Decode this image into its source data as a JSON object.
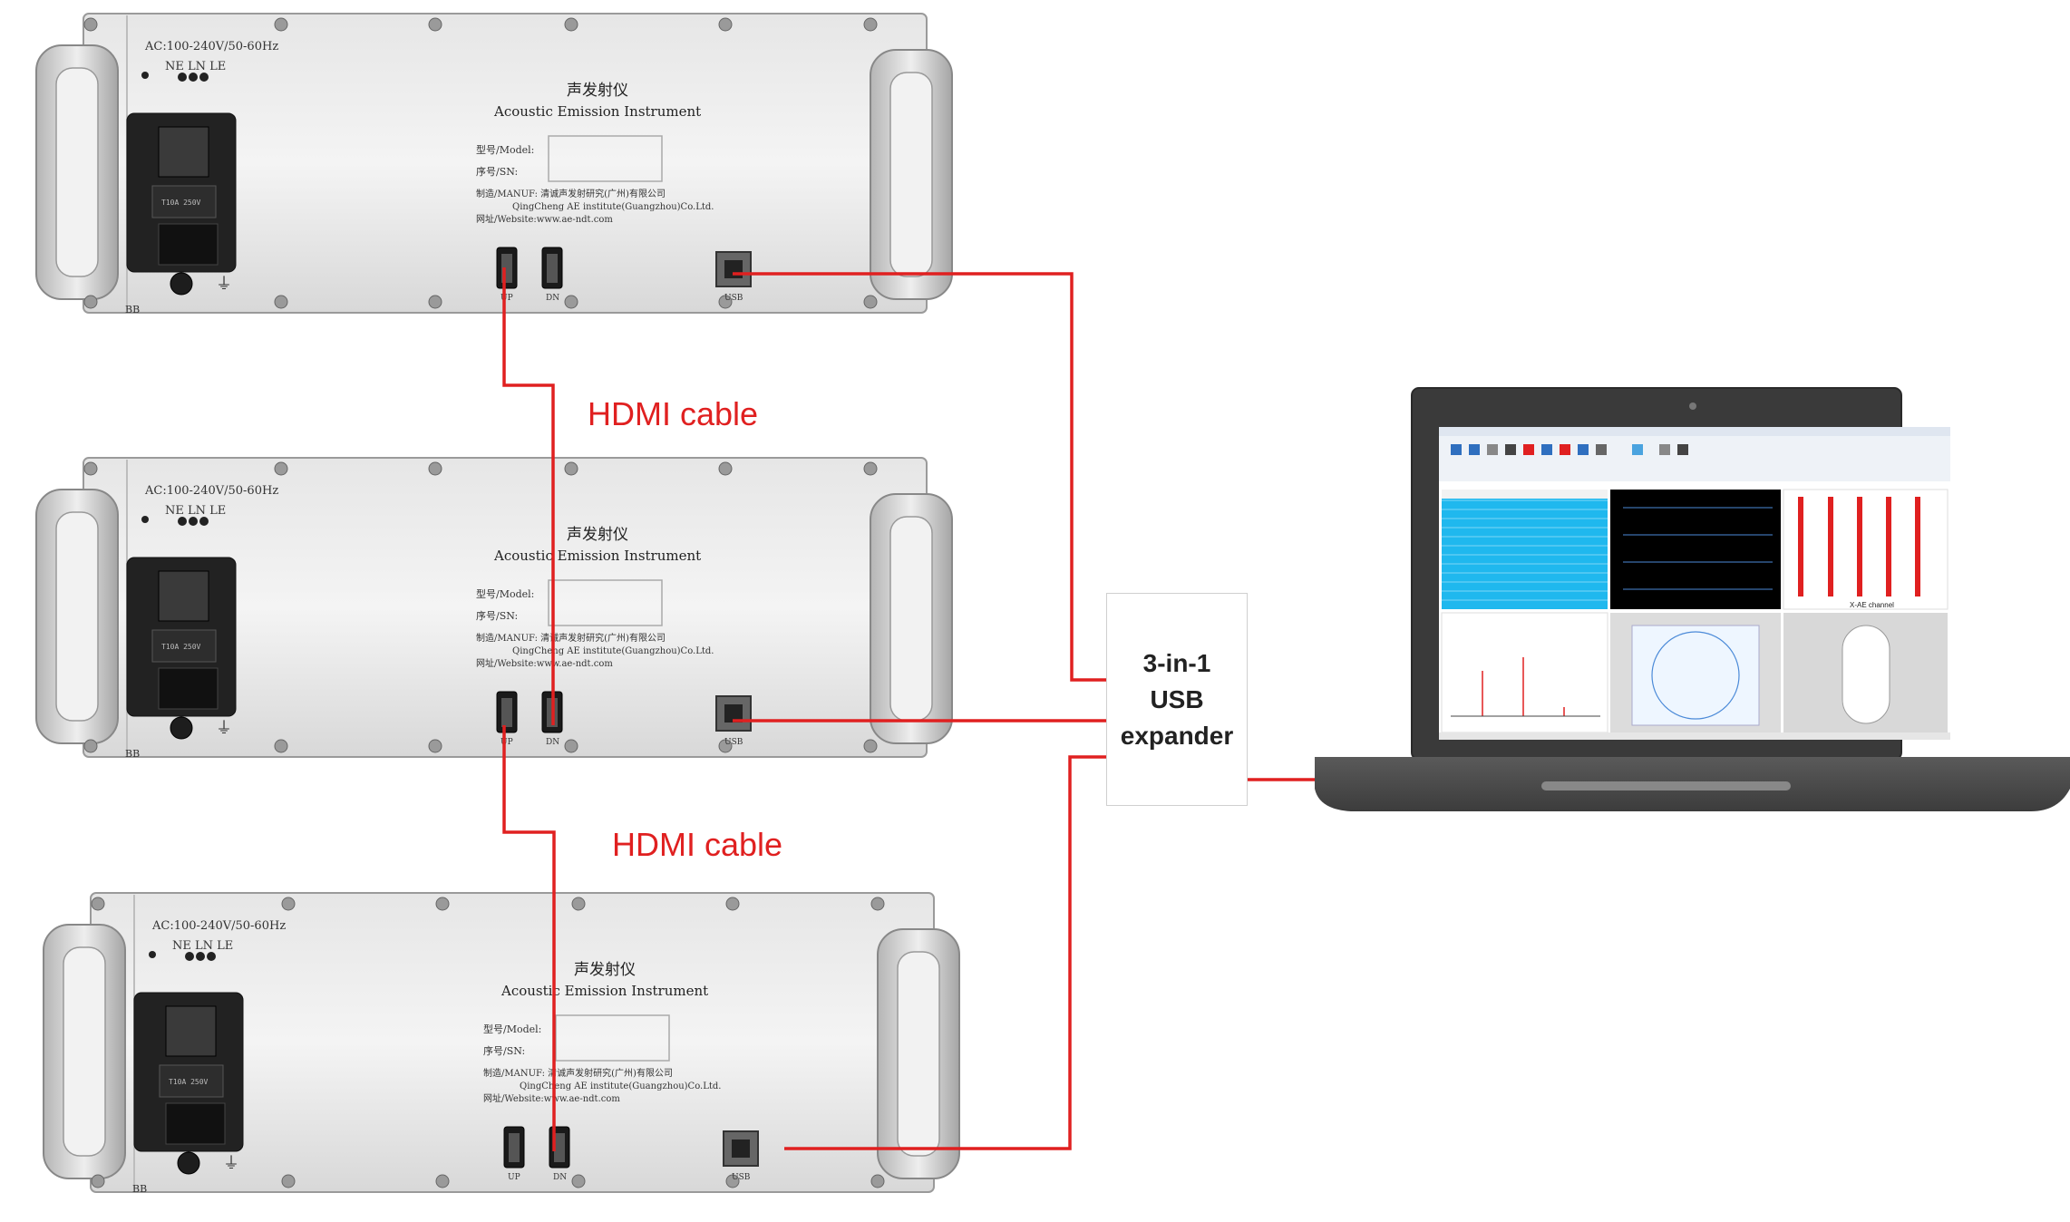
{
  "instruments": [
    {
      "id": "top",
      "power_rating": "AC:100-240V/50-60Hz",
      "socket_labels": "NE LN LE",
      "title_cn": "声发射仪",
      "title_en": "Acoustic Emission Instrument",
      "model_label": "型号/Model:",
      "sn_label": "序号/SN:",
      "manufacturer_line1": "制造/MANUF: 清诚声发射研究(广州)有限公司",
      "manufacturer_line2": "QingCheng AE institute(Guangzhou)Co.Ltd.",
      "website_line": "网址/Website:www.ae-ndt.com",
      "port_up": "UP",
      "port_dn": "DN",
      "port_usb": "USB",
      "corner_label": "BB",
      "fuse_text": "T10A 250V",
      "ground_symbol": "⏚"
    },
    {
      "id": "middle",
      "power_rating": "AC:100-240V/50-60Hz",
      "socket_labels": "NE LN LE",
      "title_cn": "声发射仪",
      "title_en": "Acoustic Emission Instrument",
      "model_label": "型号/Model:",
      "sn_label": "序号/SN:",
      "manufacturer_line1": "制造/MANUF: 清诚声发射研究(广州)有限公司",
      "manufacturer_line2": "QingCheng AE institute(Guangzhou)Co.Ltd.",
      "website_line": "网址/Website:www.ae-ndt.com",
      "port_up": "UP",
      "port_dn": "DN",
      "port_usb": "USB",
      "corner_label": "BB",
      "fuse_text": "T10A 250V",
      "ground_symbol": "⏚"
    },
    {
      "id": "bottom",
      "power_rating": "AC:100-240V/50-60Hz",
      "socket_labels": "NE LN LE",
      "title_cn": "声发射仪",
      "title_en": "Acoustic Emission Instrument",
      "model_label": "型号/Model:",
      "sn_label": "序号/SN:",
      "manufacturer_line1": "制造/MANUF: 清诚声发射研究(广州)有限公司",
      "manufacturer_line2": "QingCheng AE institute(Guangzhou)Co.Ltd.",
      "website_line": "网址/Website:www.ae-ndt.com",
      "port_up": "UP",
      "port_dn": "DN",
      "port_usb": "USB",
      "corner_label": "BB",
      "fuse_text": "T10A 250V",
      "ground_symbol": "⏚"
    }
  ],
  "cables": {
    "hdmi_label_top": "HDMI cable",
    "hdmi_label_bottom": "HDMI cable",
    "color": "#e02020"
  },
  "expander": {
    "text": "3-in-1\nUSB\nexpander"
  },
  "laptop": {
    "chart_axis_label": "X-AE channel",
    "screen_colors": {
      "table_highlight": "#1fb8ee",
      "waveform_background": "#000000",
      "bar_color": "#e02020"
    }
  }
}
